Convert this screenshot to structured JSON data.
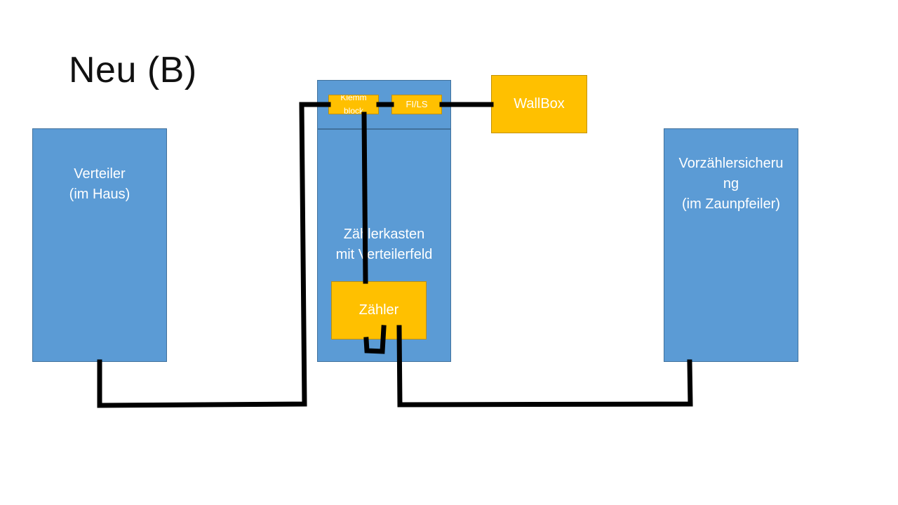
{
  "slide": {
    "title": "Neu (B)"
  },
  "nodes": {
    "verteiler": {
      "label": "Verteiler\n(im Haus)",
      "color": "#5b9bd5"
    },
    "zaehlerkasten": {
      "label": "Zählerkasten\nmit Verteilerfeld",
      "color": "#5b9bd5"
    },
    "vorzaehlersicherung": {
      "label": "Vorzählersicheru\nng\n(im Zaunpfeiler)",
      "color": "#5b9bd5"
    },
    "wallbox": {
      "label": "WallBox",
      "color": "#ffc000"
    },
    "zaehler": {
      "label": "Zähler",
      "color": "#ffc000"
    },
    "klemmblock": {
      "label": "Klemm\nblock",
      "color": "#ffc000"
    },
    "fi_ls": {
      "label": "FI/LS",
      "color": "#ffc000"
    }
  },
  "connections": [
    {
      "from": "verteiler",
      "to": "klemmblock"
    },
    {
      "from": "klemmblock",
      "to": "fi_ls"
    },
    {
      "from": "fi_ls",
      "to": "wallbox"
    },
    {
      "from": "klemmblock",
      "to": "zaehler"
    },
    {
      "from": "zaehler",
      "to": "vorzaehlersicherung"
    }
  ]
}
